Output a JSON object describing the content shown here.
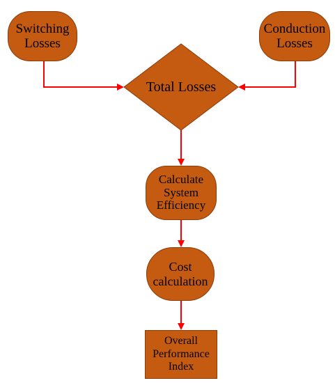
{
  "colors": {
    "node_fill": "#c55a11",
    "node_border": "#8a3c0a",
    "arrow": "#ff0000",
    "text": "#000000"
  },
  "nodes": {
    "switching": {
      "label": "Switching\nLosses",
      "shape": "rounded"
    },
    "conduction": {
      "label": "Conduction\nLosses",
      "shape": "rounded"
    },
    "total": {
      "label": "Total Losses",
      "shape": "diamond"
    },
    "efficiency": {
      "label": "Calculate\nSystem\nEfficiency",
      "shape": "rounded"
    },
    "cost": {
      "label": "Cost\ncalculation",
      "shape": "rounded"
    },
    "overall": {
      "label": "Overall\nPerformance\nIndex",
      "shape": "rectangle"
    }
  },
  "edges": [
    {
      "from": "switching",
      "to": "total"
    },
    {
      "from": "conduction",
      "to": "total"
    },
    {
      "from": "total",
      "to": "efficiency"
    },
    {
      "from": "efficiency",
      "to": "cost"
    },
    {
      "from": "cost",
      "to": "overall"
    }
  ]
}
